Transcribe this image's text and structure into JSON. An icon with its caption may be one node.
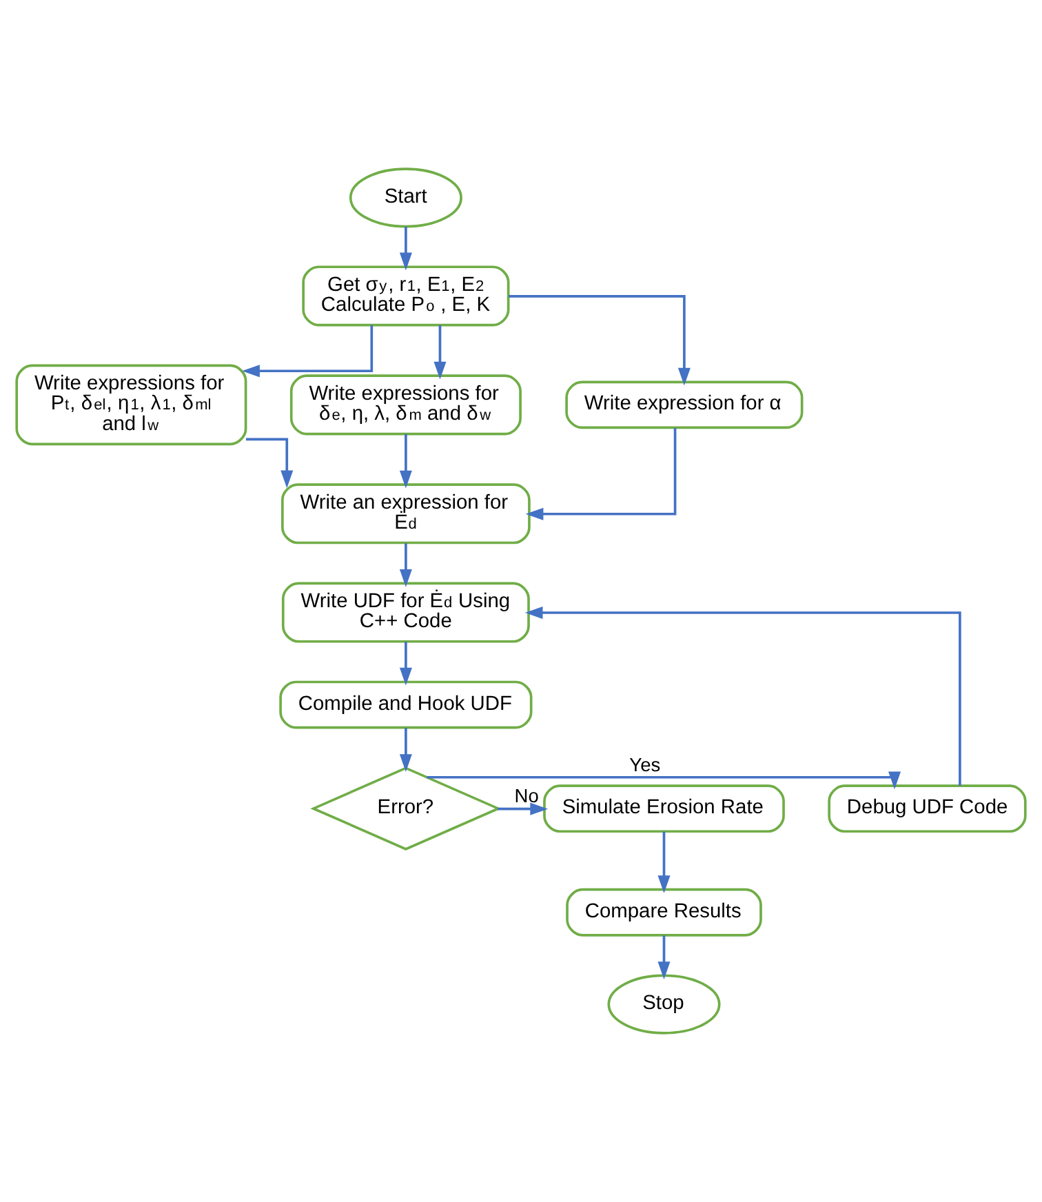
{
  "diagram": {
    "nodes": [
      {
        "text": [
          "Start"
        ]
      },
      {
        "text": [
          "Get σ$_{y}$, r$_{1}$, E$_{1}$, E$_{2}$ Calculate P$_{o}$ , E, K"
        ]
      },
      {
        "text": [
          "Write expressions for P$_{t}$, δ$_{el}$, η$_{1}$, λ$_{1}$, δ$_{ml}$ and l$_{w}$"
        ]
      },
      {
        "text": [
          "Write expressions for δ$_{e}$, η, λ, δ$_{m}$ and δ$_{w}$"
        ]
      },
      {
        "text": [
          "Write expression for α"
        ]
      },
      {
        "text": [
          "Write an expression for Ė$_{d}$"
        ]
      },
      {
        "text": [
          "Write UDF for Ė$_{d}$ Using C++ Code"
        ]
      },
      {
        "text": [
          "Compile and Hook UDF"
        ]
      },
      {
        "text": [
          "Error?"
        ]
      },
      {
        "text": [
          "Debug UDF Code"
        ]
      },
      {
        "text": [
          "Simulate Erosion Rate"
        ]
      },
      {
        "text": [
          "Compare Results"
        ]
      },
      {
        "text": [
          "Stop"
        ]
      }
    ],
    "edges": [
      {
        "from": 0,
        "to": 1,
        "arrow": "to"
      },
      {
        "from": 1,
        "to": 2,
        "arrow": "to"
      },
      {
        "from": 1,
        "to": 4,
        "arrow": "to"
      },
      {
        "from": 1,
        "to": 3,
        "arrow": "to"
      },
      {
        "from": 2,
        "to": 5,
        "arrow": "to"
      },
      {
        "from": 4,
        "to": 5,
        "arrow": "to"
      },
      {
        "from": 3,
        "to": 5,
        "arrow": "to"
      },
      {
        "from": 5,
        "to": 6,
        "arrow": "to"
      },
      {
        "from": 6,
        "to": 7,
        "arrow": "to"
      },
      {
        "from": 7,
        "to": 8,
        "arrow": "to"
      },
      {
        "from": 8,
        "to": 9,
        "label": "Yes",
        "arrow": "to"
      },
      {
        "from": 8,
        "to": 10,
        "label": "No",
        "arrow": "to"
      },
      {
        "from": 9,
        "to": 6,
        "arrow": "to"
      },
      {
        "from": 10,
        "to": 11,
        "arrow": "to"
      },
      {
        "from": 11,
        "to": 12,
        "arrow": "to"
      }
    ]
  }
}
